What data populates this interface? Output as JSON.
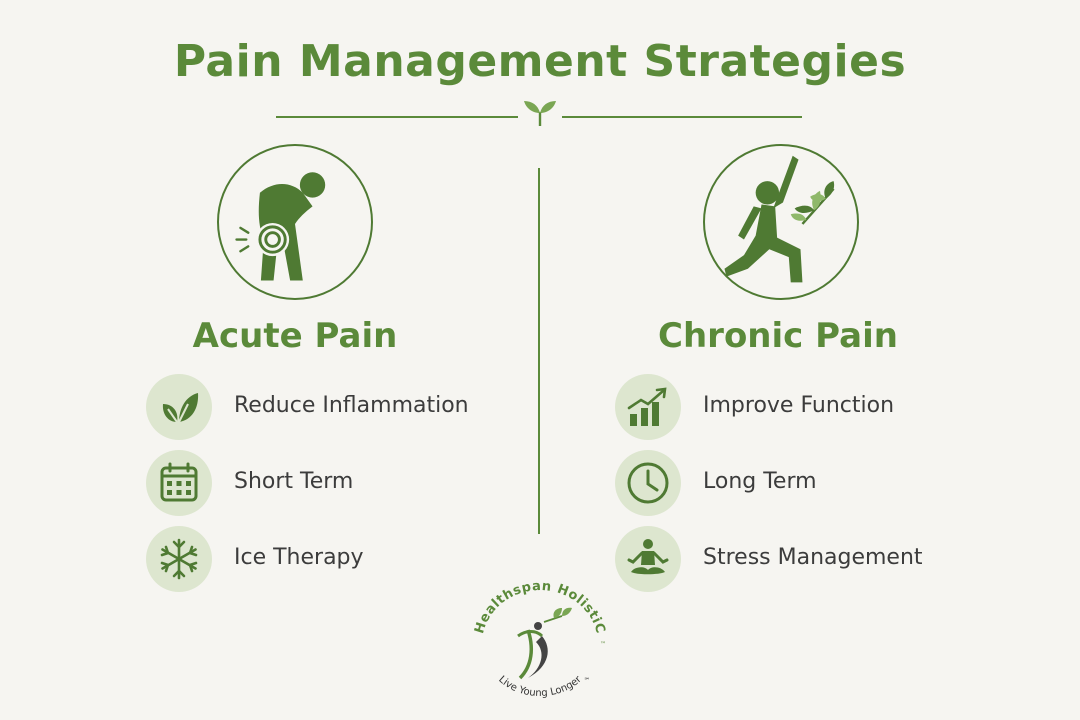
{
  "title": "Pain Management Strategies",
  "colors": {
    "accent": "#5b8a3a",
    "icon_dark": "#4f7a33",
    "leaf_light": "#8fb86a",
    "badge_bg": "#dde6cf",
    "background": "#f6f5f1",
    "text": "#3c3c3c"
  },
  "columns": [
    {
      "heading": "Acute Pain",
      "hero_icon": "back-pain-icon",
      "items": [
        {
          "label": "Reduce Inflammation",
          "icon": "leaf-icon"
        },
        {
          "label": "Short Term",
          "icon": "calendar-icon"
        },
        {
          "label": "Ice Therapy",
          "icon": "snowflake-icon"
        }
      ]
    },
    {
      "heading": "Chronic Pain",
      "hero_icon": "yoga-stretch-icon",
      "items": [
        {
          "label": "Improve Function",
          "icon": "growth-chart-icon"
        },
        {
          "label": "Long Term",
          "icon": "clock-icon"
        },
        {
          "label": "Stress Management",
          "icon": "meditation-icon"
        }
      ]
    }
  ],
  "logo": {
    "brand": "Healthspan HolistiC",
    "trademark": "™",
    "tagline": "Live Young Longer",
    "tagline_mark": "℠"
  }
}
